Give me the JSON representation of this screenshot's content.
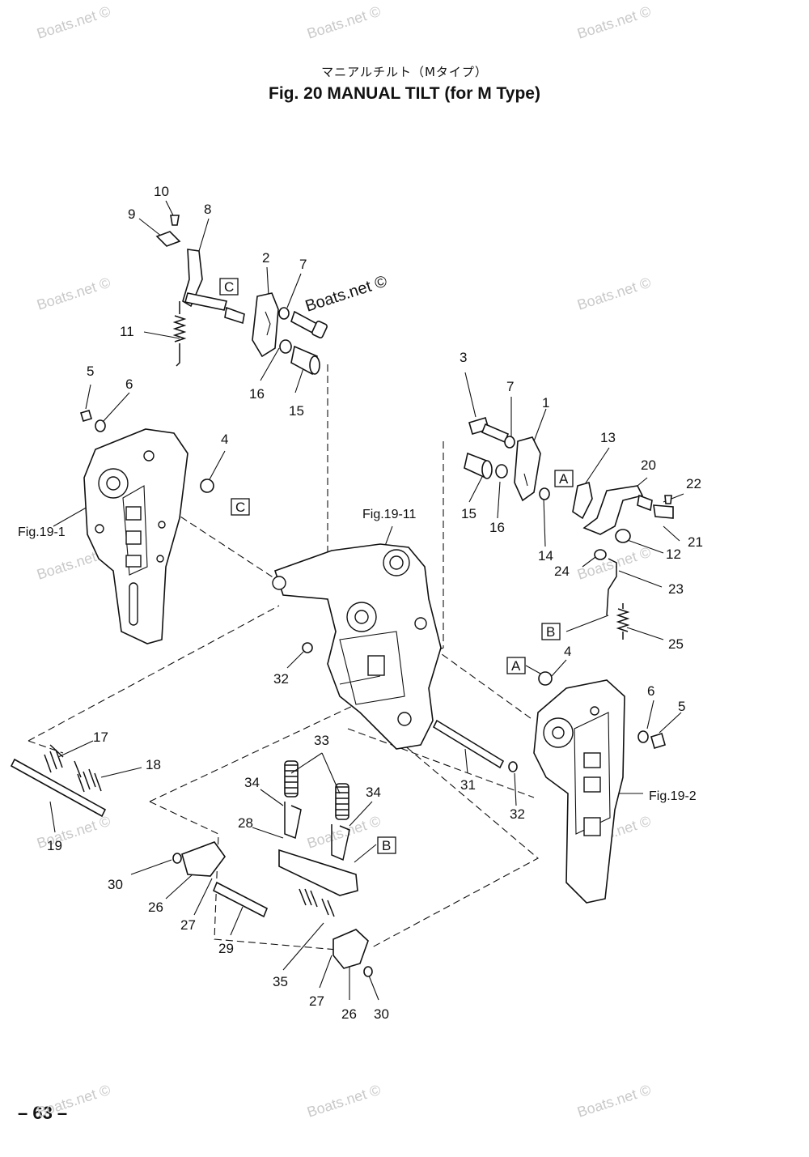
{
  "header": {
    "jp_title": "マニアルチルト（Mタイプ）",
    "fig_title": "Fig. 20    MANUAL TILT   (for M Type)"
  },
  "page_number": "– 63 –",
  "watermark": "Boats.net ©",
  "references": [
    "Fig.19-1",
    "Fig.19-11",
    "Fig.19-2"
  ],
  "callout_boxes": [
    "A",
    "B",
    "C"
  ],
  "part_numbers": [
    "1",
    "2",
    "3",
    "4",
    "5",
    "6",
    "7",
    "8",
    "9",
    "10",
    "11",
    "12",
    "13",
    "14",
    "15",
    "16",
    "17",
    "18",
    "19",
    "20",
    "21",
    "22",
    "23",
    "24",
    "25",
    "26",
    "27",
    "28",
    "29",
    "30",
    "31",
    "32",
    "33",
    "34",
    "35"
  ]
}
